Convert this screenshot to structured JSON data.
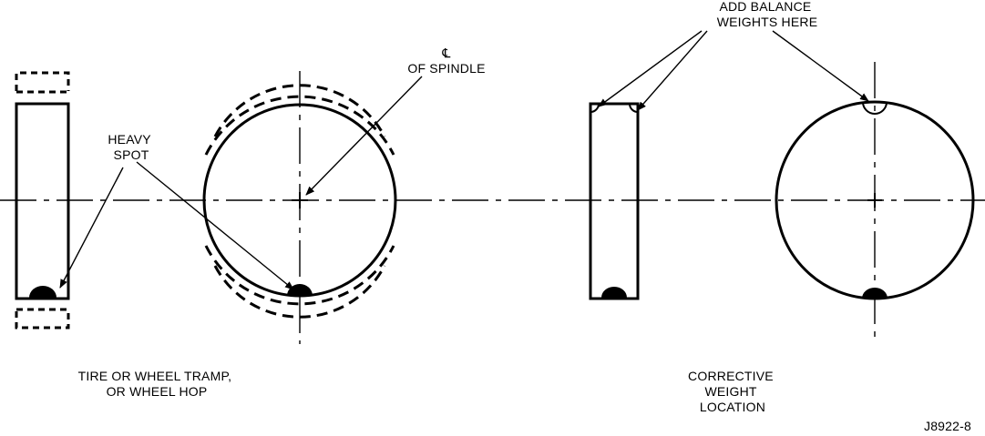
{
  "labels": {
    "heavy_spot_line1": "HEAVY",
    "heavy_spot_line2": "SPOT",
    "centerline_symbol": "℄",
    "of_spindle": "OF SPINDLE",
    "add_balance_line1": "ADD BALANCE",
    "add_balance_line2": "WEIGHTS HERE",
    "caption_left_line1": "TIRE OR WHEEL TRAMP,",
    "caption_left_line2": "OR WHEEL HOP",
    "caption_right_line1": "CORRECTIVE",
    "caption_right_line2": "WEIGHT",
    "caption_right_line3": "LOCATION",
    "figure_id": "J8922-8"
  }
}
